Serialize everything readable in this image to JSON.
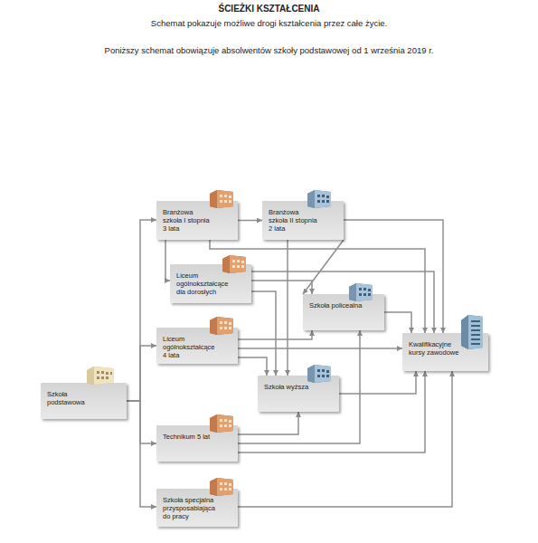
{
  "diagram": {
    "title": "ŚCIEŻKI KSZTAŁCENIA",
    "nodes": [
      {
        "text": [
          "Szkoła podstawowa"
        ]
      },
      {
        "text": [
          "Branżowa szkoła I stopnia 3 lata"
        ]
      },
      {
        "text": [
          "Branżowa szkoła II stopnia 2 lata"
        ]
      },
      {
        "text": [
          "Liceum ogólnokształcące dla dorosłych"
        ]
      },
      {
        "text": [
          "Szkoła policealna"
        ]
      },
      {
        "text": [
          "Liceum ogólnokształcące 4 lata"
        ]
      },
      {
        "text": [
          "Kwalifikacyjne kursy zawodowe"
        ]
      },
      {
        "text": [
          "Szkoła wyższa"
        ]
      },
      {
        "text": [
          "Technikum 5 lat"
        ]
      },
      {
        "text": [
          "Szkoła specjalna przysposabiająca do pracy"
        ]
      }
    ],
    "edges": [
      {
        "from": 0,
        "to": 1,
        "arrow": "to"
      },
      {
        "from": 0,
        "to": 5,
        "arrow": "to"
      },
      {
        "from": 0,
        "to": 8,
        "arrow": "to"
      },
      {
        "from": 0,
        "to": 9,
        "arrow": "to"
      },
      {
        "from": 1,
        "to": 2,
        "arrow": "to"
      },
      {
        "from": 1,
        "to": 3,
        "arrow": "to"
      },
      {
        "from": 1,
        "to": 6,
        "arrow": "to"
      },
      {
        "from": 2,
        "to": 4,
        "arrow": "to"
      },
      {
        "from": 2,
        "to": 7,
        "arrow": "to"
      },
      {
        "from": 2,
        "to": 6,
        "arrow": "to"
      },
      {
        "from": 3,
        "to": 4,
        "arrow": "to"
      },
      {
        "from": 3,
        "to": 7,
        "arrow": "to"
      },
      {
        "from": 3,
        "to": 6,
        "arrow": "to"
      },
      {
        "from": 5,
        "to": 4,
        "arrow": "to"
      },
      {
        "from": 5,
        "to": 7,
        "arrow": "to"
      },
      {
        "from": 5,
        "to": 6,
        "arrow": "to"
      },
      {
        "from": 4,
        "to": 6,
        "arrow": "to"
      },
      {
        "from": 7,
        "to": 6,
        "arrow": "to"
      },
      {
        "from": 8,
        "to": 7,
        "arrow": "to"
      },
      {
        "from": 8,
        "to": 4,
        "arrow": "to"
      },
      {
        "from": 8,
        "to": 6,
        "arrow": "to"
      },
      {
        "from": 9,
        "to": 6,
        "arrow": "to"
      }
    ],
    "labels": [
      "Schemat pokazuje możliwe drogi kształcenia przez całe życie.",
      "Poniższy schemat obowiązuje absolwentów szkoły podstawowej od 1 września 2019 r."
    ]
  }
}
